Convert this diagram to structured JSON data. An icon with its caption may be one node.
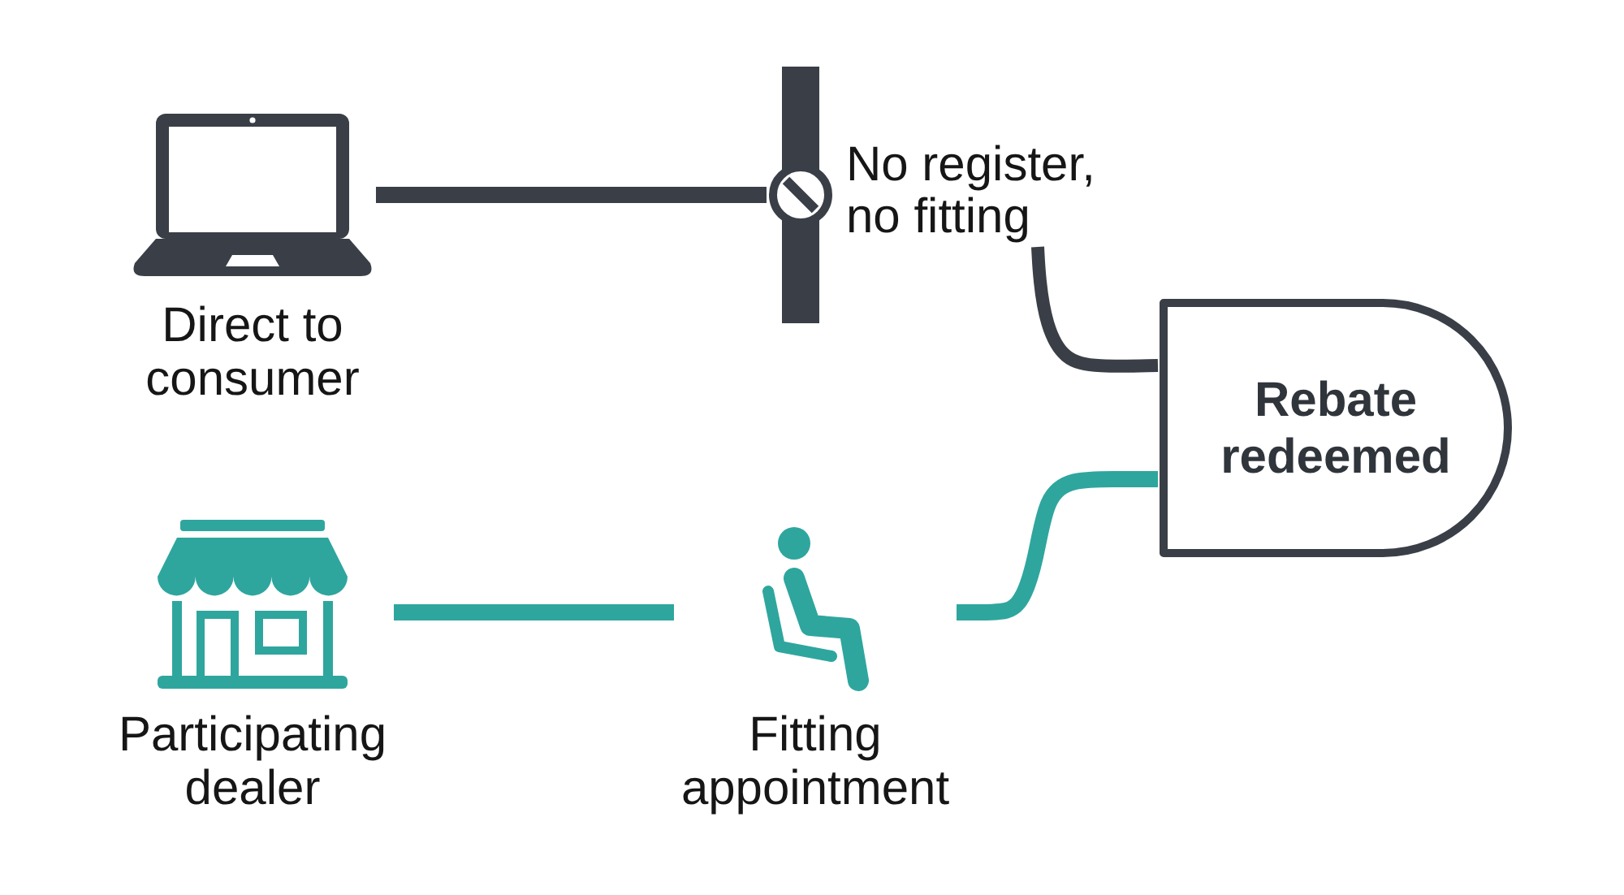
{
  "diagram": {
    "nodes": [
      {
        "text": [
          "Direct to consumer"
        ]
      },
      {
        "text": [],
        "shape": "bar"
      },
      {
        "text": [
          "No register, no fitting"
        ]
      },
      {
        "text": [
          "Rebate redeemed"
        ]
      },
      {
        "text": [
          "Participating dealer"
        ]
      },
      {
        "text": [
          "Fitting appointment"
        ]
      }
    ],
    "edges": [
      {
        "from": 0,
        "to": 1,
        "arrow": "none"
      },
      {
        "from": 2,
        "to": 3,
        "arrow": "none"
      },
      {
        "from": 4,
        "to": 5,
        "arrow": "none",
        "color": "#2ea69e"
      },
      {
        "from": 5,
        "to": 3,
        "arrow": "none",
        "color": "#2ea69e"
      }
    ]
  }
}
